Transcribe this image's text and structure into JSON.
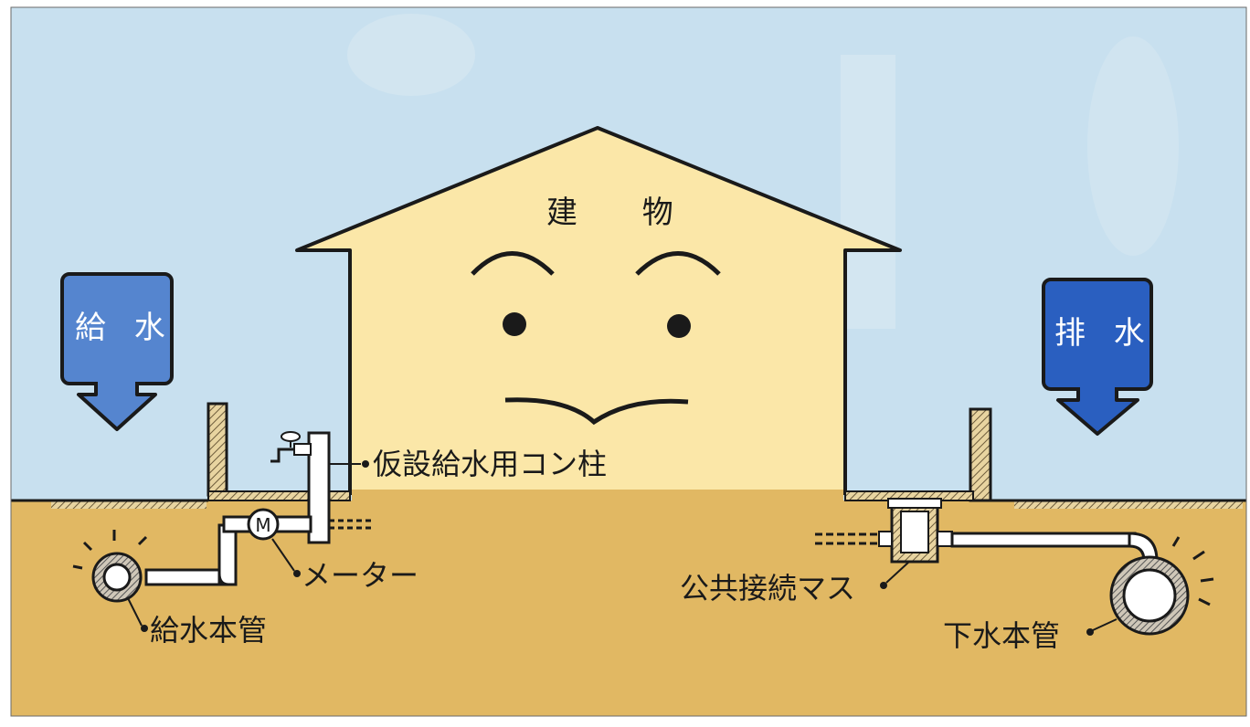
{
  "building": {
    "label": "建 物"
  },
  "supply": {
    "label": "給 水"
  },
  "drain": {
    "label": "排 水"
  },
  "labels": {
    "temp_pole": "仮設給水用コン柱",
    "meter": "メーター",
    "meter_symbol": "M",
    "main_supply_pipe": "給水本管",
    "public_box": "公共接続マス",
    "sewer_main": "下水本管"
  },
  "colors": {
    "sky": "#c8e0ef",
    "ground": "#e1b863",
    "building": "#fbe7a8",
    "supply_box": "#5585cf",
    "drain_box": "#2a5fc0"
  }
}
